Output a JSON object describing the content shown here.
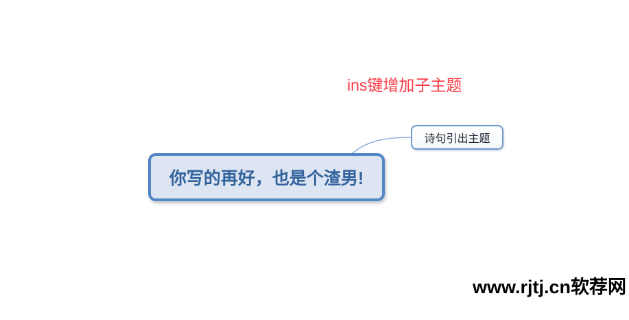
{
  "annotation": {
    "label": "ins键增加子主题"
  },
  "mindmap": {
    "root": {
      "label": "你写的再好，也是个渣男!"
    },
    "subtopic": {
      "label": "诗句引出主题"
    }
  },
  "watermark": {
    "label": "www.rjtj.cn软荐网"
  },
  "colors": {
    "annotation_text": "#fb3b44",
    "root_border": "#5286c5",
    "root_fill": "#dce5f1",
    "root_text": "#33639c",
    "subtopic_border": "#6e99cf",
    "subtopic_fill": "#fbfdff",
    "subtopic_text": "#1e2430",
    "connector_line": "#8fb2d9",
    "watermark_text": "#000000",
    "canvas_background": "#ffffff"
  }
}
